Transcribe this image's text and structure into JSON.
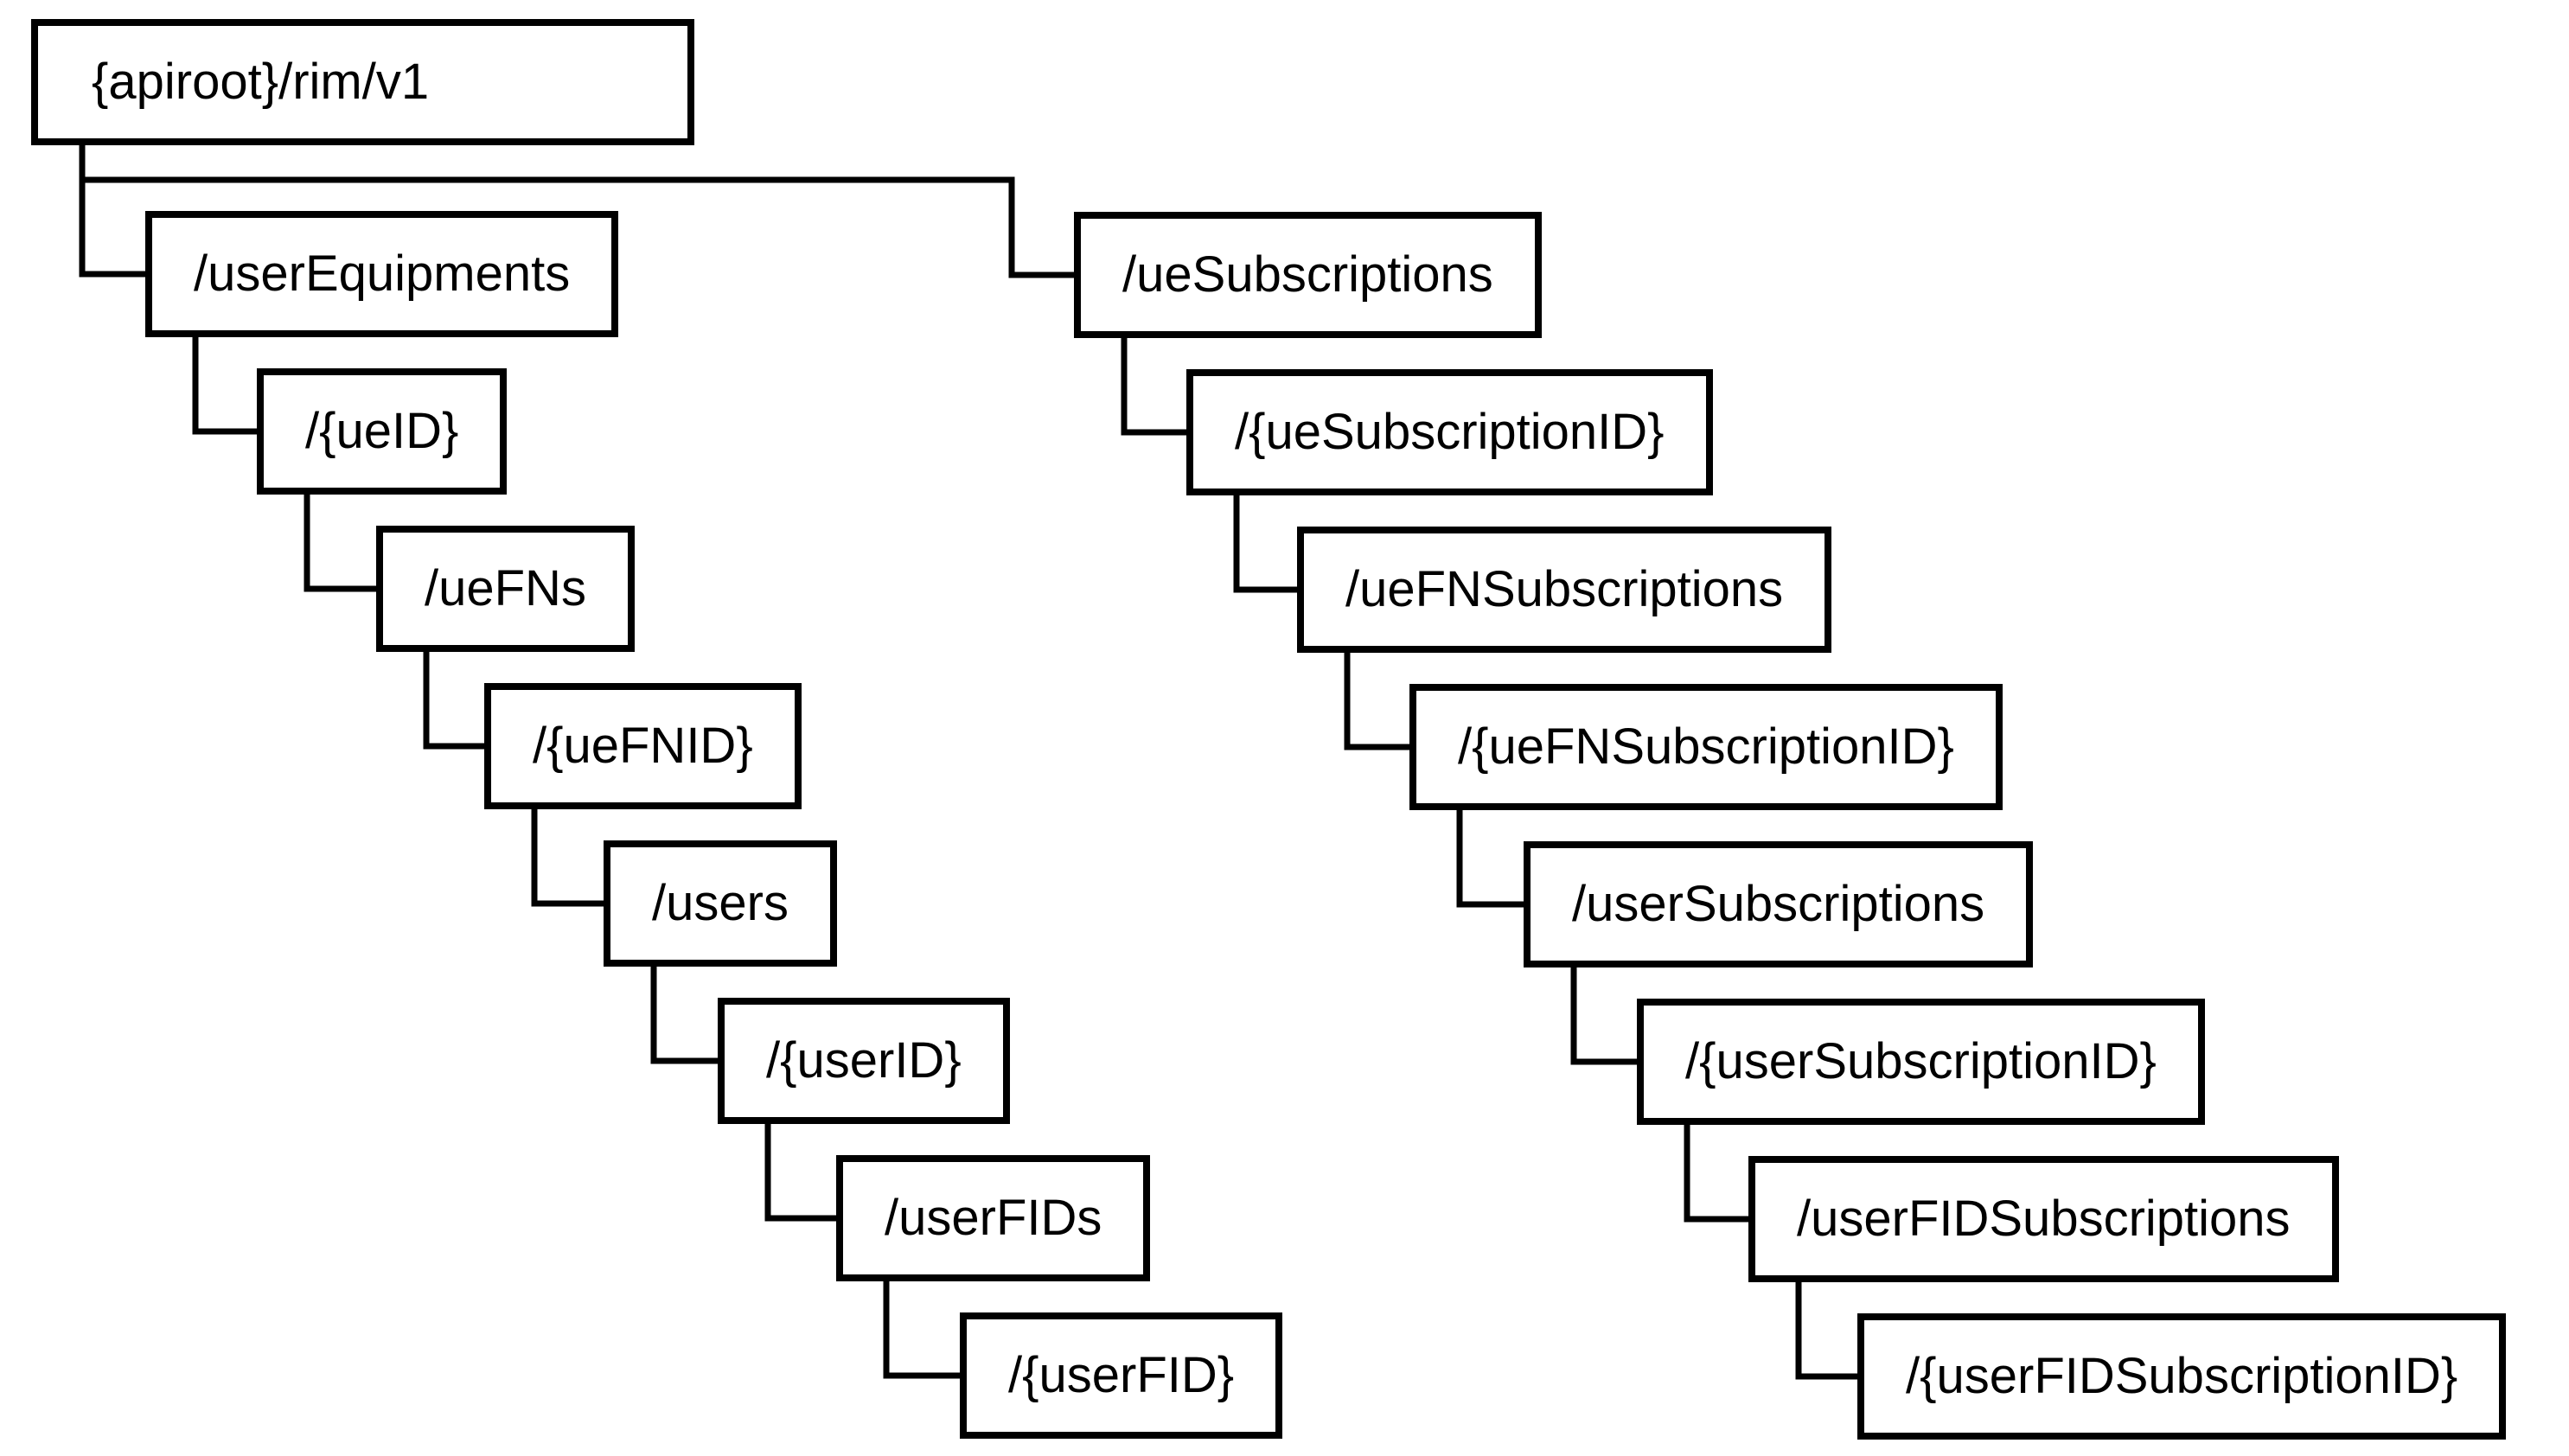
{
  "diagram": {
    "root": {
      "label": "{apiroot}/rim/v1"
    },
    "equipment_chain": [
      {
        "label": "/userEquipments"
      },
      {
        "label": "/{ueID}"
      },
      {
        "label": "/ueFNs"
      },
      {
        "label": "/{ueFNID}"
      },
      {
        "label": "/users"
      },
      {
        "label": "/{userID}"
      },
      {
        "label": "/userFIDs"
      },
      {
        "label": "/{userFID}"
      }
    ],
    "subscription_chain": [
      {
        "label": "/ueSubscriptions"
      },
      {
        "label": "/{ueSubscriptionID}"
      },
      {
        "label": "/ueFNSubscriptions"
      },
      {
        "label": "/{ueFNSubscriptionID}"
      },
      {
        "label": "/userSubscriptions"
      },
      {
        "label": "/{userSubscriptionID}"
      },
      {
        "label": "/userFIDSubscriptions"
      },
      {
        "label": "/{userFIDSubscriptionID}"
      }
    ],
    "colors": {
      "line": "#000000",
      "box_fill": "#ffffff",
      "text": "#000000"
    }
  }
}
